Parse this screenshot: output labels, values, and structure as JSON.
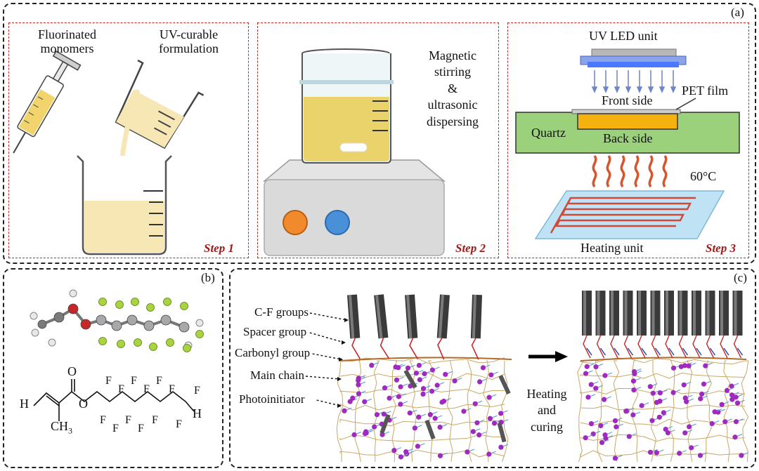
{
  "panel_a": {
    "tag": "(a)",
    "step1": {
      "label_syringe": "Fluorinated\nmonomers",
      "label_beaker": "UV-curable\nformulation",
      "step_tag": "Step 1"
    },
    "step2": {
      "label": "Magnetic\nstirring\n&\nultrasonic\ndispersing",
      "step_tag": "Step 2"
    },
    "step3": {
      "uv_unit": "UV LED unit",
      "front_side": "Front side",
      "pet_film": "PET film",
      "quartz": "Quartz",
      "back_side": "Back side",
      "temperature": "60°C",
      "heating_unit": "Heating unit",
      "step_tag": "Step 3"
    }
  },
  "panel_b": {
    "tag": "(b)",
    "formula": {
      "h_left": "H",
      "o_top": "O",
      "o_mid": "O",
      "ch3": "CH",
      "ch3_sub": "3",
      "h_right": "H",
      "f": "F"
    }
  },
  "panel_c": {
    "tag": "(c)",
    "labels": [
      "C-F groups",
      "Spacer group",
      "Carbonyl group",
      "Main chain",
      "Photoinitiator"
    ],
    "arrow_text": "Heating\nand\ncuring"
  },
  "colors": {
    "panel_border": "#222222",
    "step_border": "#c62828",
    "liquid": "#f6e7b4",
    "stirred_liquid": "#e9d36a",
    "quartz": "#9bd17a",
    "sample": "#f5b20f",
    "uv_light": "#3a6df0",
    "heat_wave": "#d9542b",
    "cf_rod": "#3a3a3a",
    "photoinitiator": "#a02ac0",
    "main_chain": "#c9a866"
  }
}
